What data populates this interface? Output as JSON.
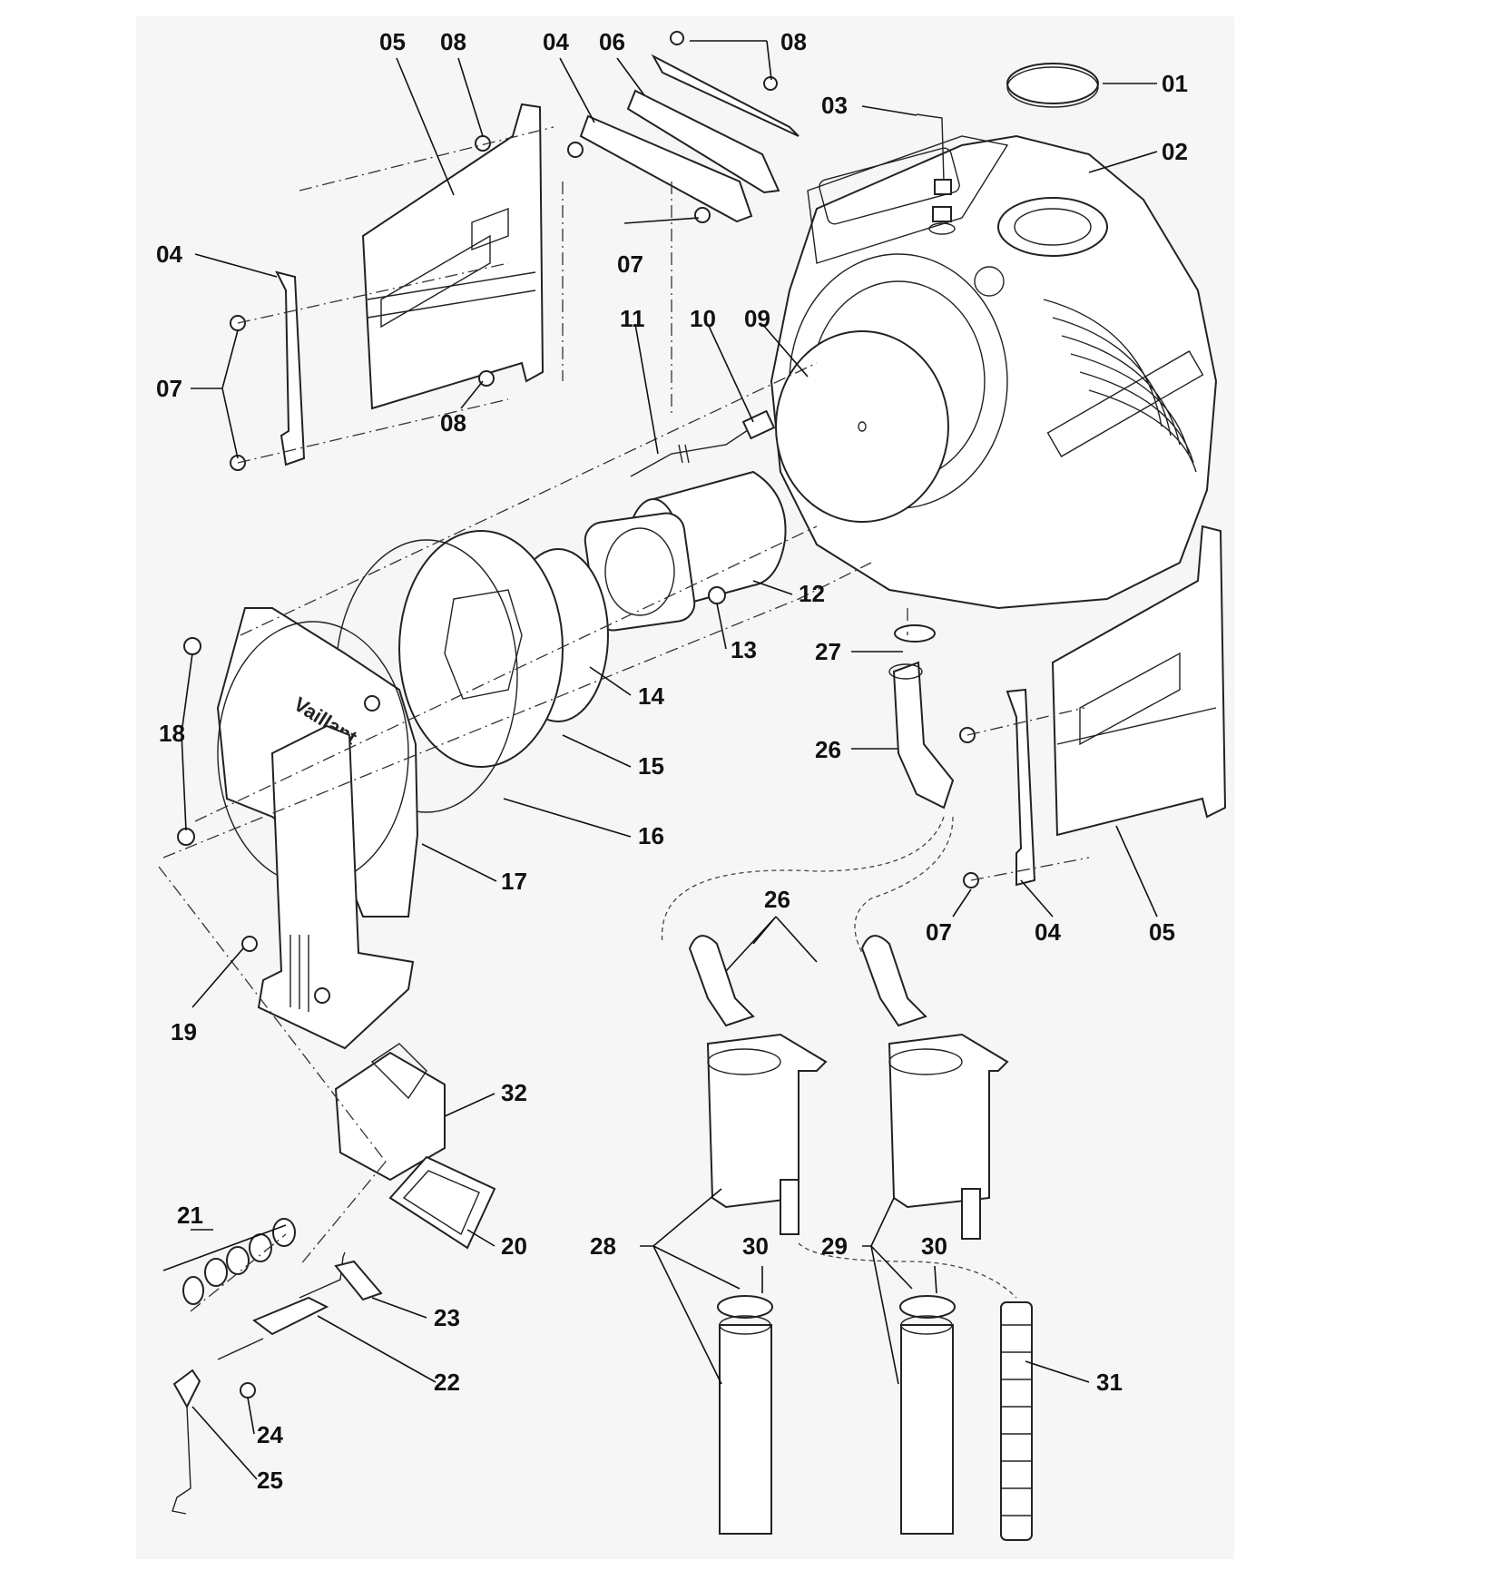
{
  "diagram": {
    "brand_logo": "Vaillant",
    "callouts": [
      {
        "id": "c01",
        "text": "01"
      },
      {
        "id": "c02",
        "text": "02"
      },
      {
        "id": "c03",
        "text": "03"
      },
      {
        "id": "c04a",
        "text": "04"
      },
      {
        "id": "c04b",
        "text": "04"
      },
      {
        "id": "c04c",
        "text": "04"
      },
      {
        "id": "c05a",
        "text": "05"
      },
      {
        "id": "c05b",
        "text": "05"
      },
      {
        "id": "c06",
        "text": "06"
      },
      {
        "id": "c07a",
        "text": "07"
      },
      {
        "id": "c07b",
        "text": "07"
      },
      {
        "id": "c07c",
        "text": "07"
      },
      {
        "id": "c08a",
        "text": "08"
      },
      {
        "id": "c08b",
        "text": "08"
      },
      {
        "id": "c08c",
        "text": "08"
      },
      {
        "id": "c09",
        "text": "09"
      },
      {
        "id": "c10",
        "text": "10"
      },
      {
        "id": "c11",
        "text": "11"
      },
      {
        "id": "c12",
        "text": "12"
      },
      {
        "id": "c13",
        "text": "13"
      },
      {
        "id": "c14",
        "text": "14"
      },
      {
        "id": "c15",
        "text": "15"
      },
      {
        "id": "c16",
        "text": "16"
      },
      {
        "id": "c17",
        "text": "17"
      },
      {
        "id": "c18",
        "text": "18"
      },
      {
        "id": "c19",
        "text": "19"
      },
      {
        "id": "c20",
        "text": "20"
      },
      {
        "id": "c21",
        "text": "21"
      },
      {
        "id": "c22",
        "text": "22"
      },
      {
        "id": "c23",
        "text": "23"
      },
      {
        "id": "c24",
        "text": "24"
      },
      {
        "id": "c25",
        "text": "25"
      },
      {
        "id": "c26a",
        "text": "26"
      },
      {
        "id": "c26b",
        "text": "26"
      },
      {
        "id": "c27",
        "text": "27"
      },
      {
        "id": "c28",
        "text": "28"
      },
      {
        "id": "c29",
        "text": "29"
      },
      {
        "id": "c30a",
        "text": "30"
      },
      {
        "id": "c30b",
        "text": "30"
      },
      {
        "id": "c31",
        "text": "31"
      },
      {
        "id": "c32",
        "text": "32"
      }
    ]
  }
}
